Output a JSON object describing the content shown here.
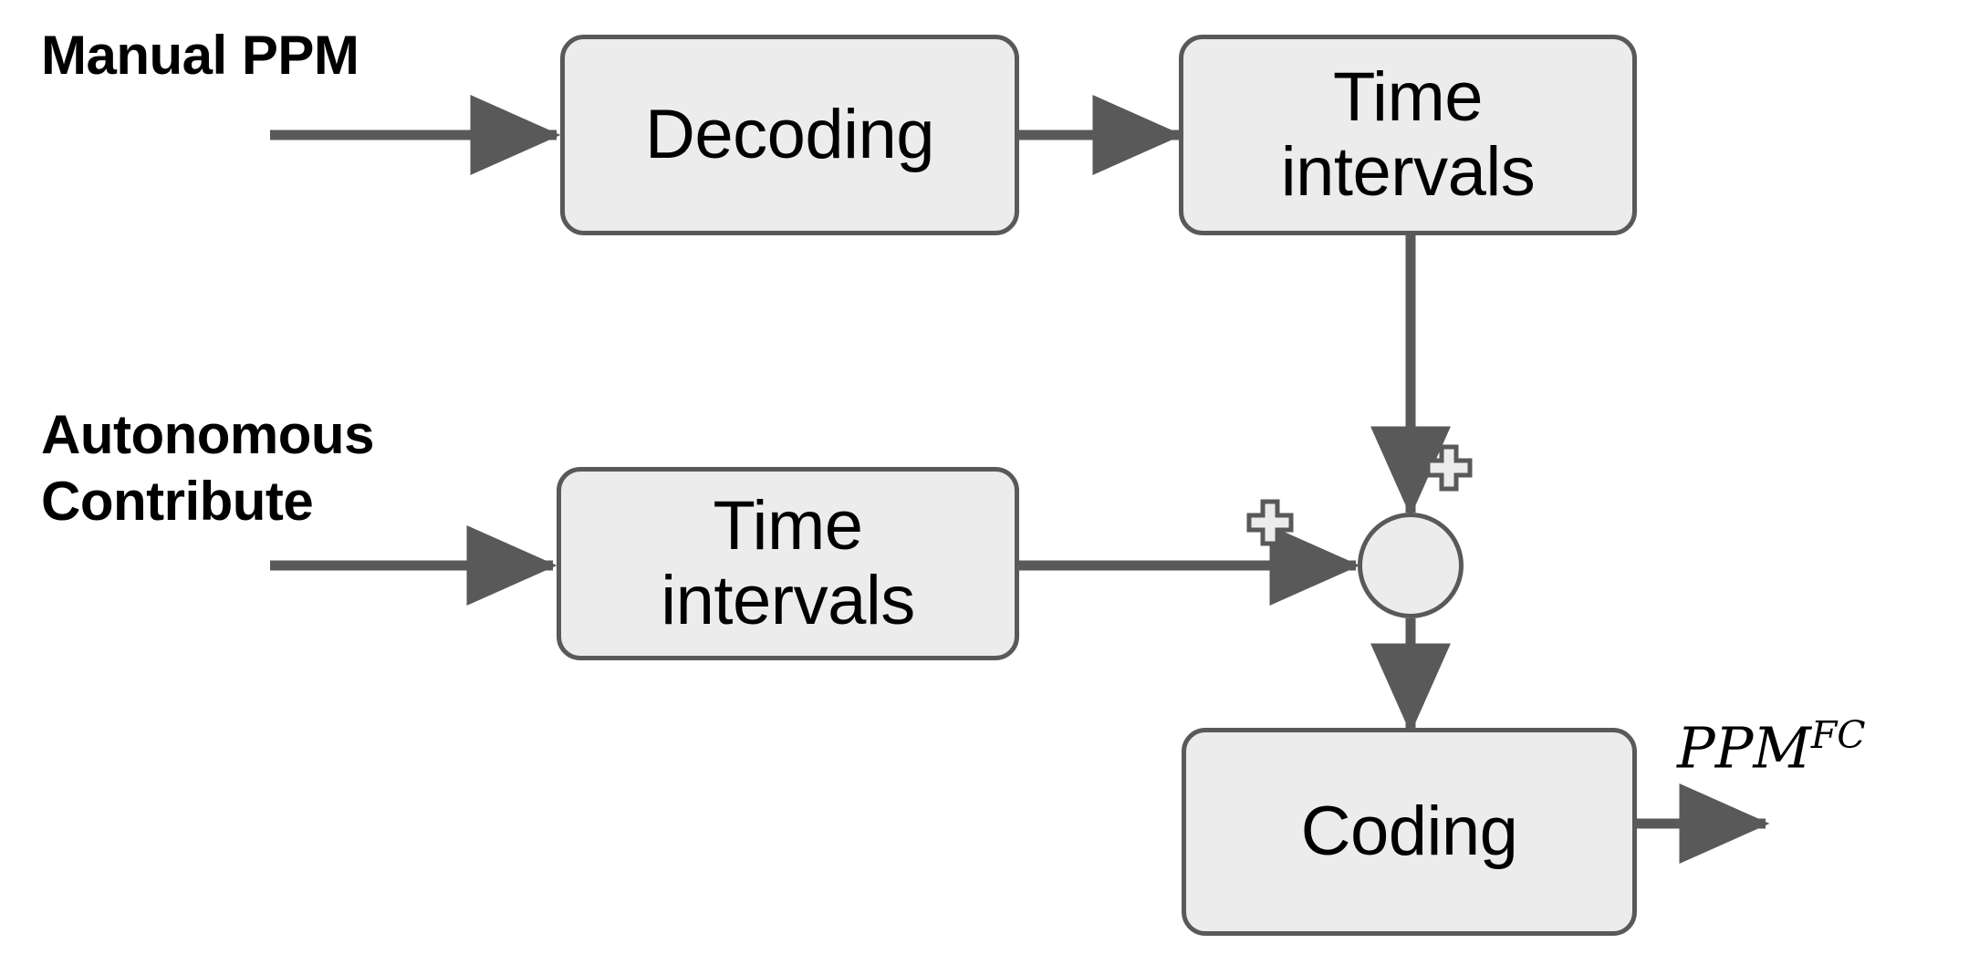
{
  "diagram": {
    "title": "PPM fusion block diagram",
    "colors": {
      "box_fill": "#ececec",
      "box_stroke": "#595959",
      "arrow": "#595959",
      "text": "#000000",
      "background": "#ffffff"
    },
    "inputs": [
      {
        "id": "manual-ppm",
        "label": "Manual PPM"
      },
      {
        "id": "autonomous-contribute",
        "label": "Autonomous\nContribute"
      }
    ],
    "nodes": [
      {
        "id": "decoding",
        "label": "Decoding"
      },
      {
        "id": "time-intervals-top",
        "label": "Time\nintervals"
      },
      {
        "id": "time-intervals-bottom",
        "label": "Time\nintervals"
      },
      {
        "id": "coding",
        "label": "Coding"
      }
    ],
    "junction": {
      "id": "summing-junction",
      "type": "sum",
      "operator_signs": [
        "+",
        "+"
      ],
      "sign_left_label": "+",
      "sign_top_label": "+"
    },
    "outputs": [
      {
        "id": "ppm-fc",
        "base": "PPM",
        "superscript": "FC",
        "label": "PPM^FC"
      }
    ],
    "edges": [
      {
        "from": "manual-ppm",
        "to": "decoding"
      },
      {
        "from": "decoding",
        "to": "time-intervals-top"
      },
      {
        "from": "time-intervals-top",
        "to": "summing-junction",
        "sign": "+"
      },
      {
        "from": "autonomous-contribute",
        "to": "time-intervals-bottom"
      },
      {
        "from": "time-intervals-bottom",
        "to": "summing-junction",
        "sign": "+"
      },
      {
        "from": "summing-junction",
        "to": "coding"
      },
      {
        "from": "coding",
        "to": "ppm-fc"
      }
    ]
  }
}
